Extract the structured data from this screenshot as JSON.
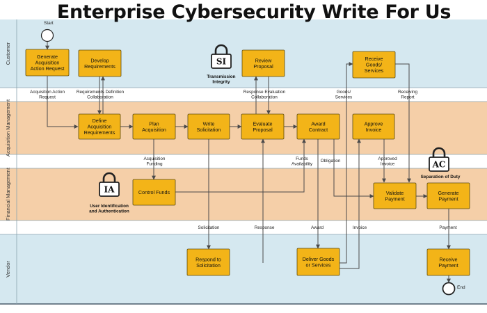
{
  "title": "Enterprise Cybersecurity Write For Us",
  "colors": {
    "lane_light": "#d5e8f0",
    "lane_peach": "#f5cfa8",
    "lane_white": "#ffffff",
    "box_fill": "#f3b418",
    "box_border": "#5a4a10",
    "arrow": "#4a4a4a"
  },
  "lanes": [
    {
      "name": "Customer",
      "label": "Customer"
    },
    {
      "name": "Acquisition Management",
      "label": "Acquisition Management"
    },
    {
      "name": "Financial Management",
      "label": "Financial Management"
    },
    {
      "name": "Vendor",
      "label": "Vendor"
    }
  ],
  "nodes": {
    "start": "Start",
    "end": "End",
    "generate_request": [
      "Generate",
      "Acquisition",
      "Action Request"
    ],
    "develop_requirements": [
      "Develop",
      "Requirements"
    ],
    "review_proposal": [
      "Review",
      "Proposal"
    ],
    "receive_goods": [
      "Receive",
      "Goods/",
      "Services"
    ],
    "define_requirements": [
      "Define",
      "Acquisition",
      "Requirements"
    ],
    "plan_acquisition": [
      "Plan",
      "Acquisition"
    ],
    "write_solicitation": [
      "Write",
      "Solicitation"
    ],
    "evaluate_proposal": [
      "Evaluate",
      "Proposal"
    ],
    "award_contract": [
      "Award",
      "Contract"
    ],
    "approve_invoice": [
      "Approve",
      "Invoice"
    ],
    "control_funds": [
      "Control Funds"
    ],
    "validate_payment": [
      "Validate",
      "Payment"
    ],
    "generate_payment": [
      "Generate",
      "Payment"
    ],
    "respond_solicitation": [
      "Respond to",
      "Solicitation"
    ],
    "deliver_goods": [
      "Deliver Goods",
      "or Services"
    ],
    "receive_payment": [
      "Receive",
      "Payment"
    ]
  },
  "flow_labels": {
    "acq_action_request": [
      "Acquisition Action",
      "Request"
    ],
    "req_def_collab": [
      "Requirements Definition",
      "Collaboration"
    ],
    "resp_eval_collab": [
      "Response Evaluation",
      "Collaboration"
    ],
    "goods_services": [
      "Goods/",
      "Services"
    ],
    "receiving_report": [
      "Receiving",
      "Report"
    ],
    "acq_funding": [
      "Acquisition",
      "Funding"
    ],
    "funds_availability": [
      "Funds",
      "Availability"
    ],
    "obligation": [
      "Obligation"
    ],
    "approved_invoice": [
      "Approved",
      "Invoice"
    ],
    "solicitation": [
      "Solicitation"
    ],
    "response": [
      "Response"
    ],
    "award": [
      "Award"
    ],
    "invoice": [
      "Invoice"
    ],
    "payment": [
      "Payment"
    ]
  },
  "badges": {
    "si": {
      "code": "SI",
      "caption": [
        "Transmission",
        "Integrity"
      ]
    },
    "ia": {
      "code": "IA",
      "caption": [
        "User Identification",
        "and Authentication"
      ]
    },
    "ac": {
      "code": "AC",
      "caption": [
        "Separation of Duty"
      ]
    }
  }
}
